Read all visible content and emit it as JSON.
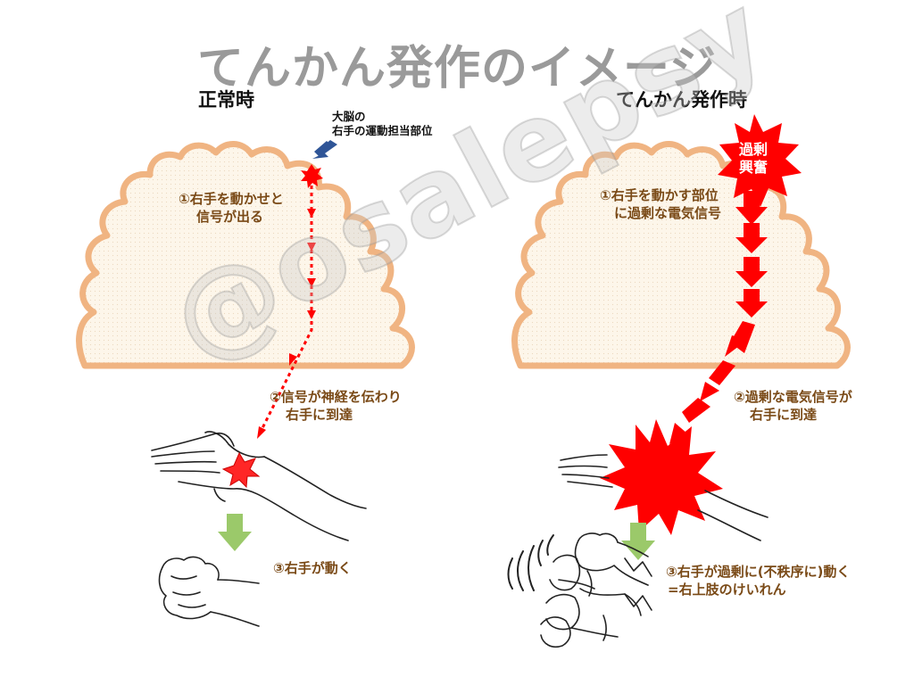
{
  "title": "てんかん発作のイメージ",
  "left_panel": {
    "heading": "正常時",
    "brain_note_line1": "大脳の",
    "brain_note_line2": "右手の運動担当部位",
    "step1_line1": "①右手を動かせと",
    "step1_line2": "信号が出る",
    "step2_line1": "②信号が神経を伝わり",
    "step2_line2": "右手に到達",
    "step3": "③右手が動く"
  },
  "right_panel": {
    "heading": "てんかん発作時",
    "burst_line1": "過剰",
    "burst_line2": "興奮",
    "step1_line1": "①右手を動かす部位",
    "step1_line2": "に過剰な電気信号",
    "step2_line1": "②過剰な電気信号が",
    "step2_line2": "右手に到達",
    "step3_line1": "③右手が過剰に(不秩序に)動く",
    "step3_line2": "=右上肢のけいれん"
  },
  "watermark": "@osalepsy",
  "colors": {
    "brain_outline": "#f0b482",
    "signal_red": "#ff0000",
    "arrow_green": "#9bc96a",
    "pointer_blue": "#2f5597",
    "caption_brown": "#7a4a17"
  }
}
